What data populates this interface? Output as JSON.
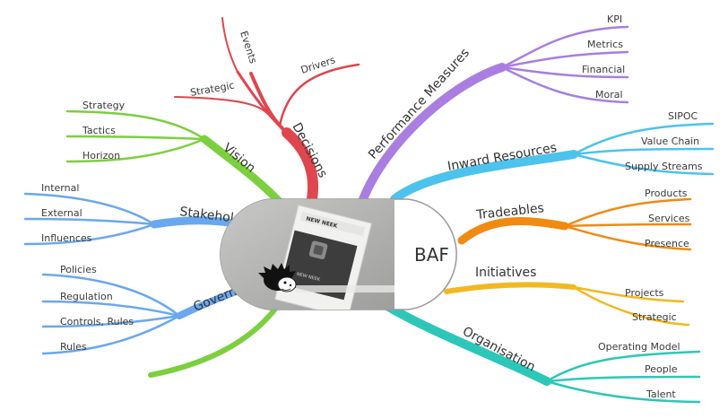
{
  "center": {
    "label": "BAF"
  },
  "colors": {
    "red": "#e0464e",
    "purple": "#a97ee0",
    "green": "#7ccf3f",
    "blue": "#6aa8ee",
    "cyan": "#4cc3ec",
    "orange": "#f18a11",
    "yellow": "#f2b81f",
    "teal": "#2cc7b8"
  },
  "branches": {
    "decisions": {
      "label": "Decisions",
      "children": [
        "Events",
        "Drivers",
        "Strategic"
      ]
    },
    "performance": {
      "label": "Performance Measures",
      "children": [
        "KPI",
        "Metrics",
        "Financial",
        "Moral"
      ]
    },
    "inward": {
      "label": "Inward Resources",
      "children": [
        "SIPOC",
        "Value Chain",
        "Supply Streams"
      ]
    },
    "tradeables": {
      "label": "Tradeables",
      "children": [
        "Products",
        "Services",
        "Presence"
      ]
    },
    "initiatives": {
      "label": "Initiatives",
      "children": [
        "Projects",
        "Strategic"
      ]
    },
    "organisation": {
      "label": "Organisation",
      "children": [
        "Operating Model",
        "People",
        "Talent"
      ]
    },
    "vision": {
      "label": "Vision",
      "children": [
        "Strategy",
        "Tactics",
        "Horizon"
      ]
    },
    "stakeholders": {
      "label": "Stakeholders",
      "children": [
        "Internal",
        "External",
        "Influences"
      ]
    },
    "governance": {
      "label": "Governance",
      "children": [
        "Policies",
        "Regulation",
        "Controls, Rules",
        "Rules"
      ]
    }
  },
  "photo": {
    "card_title": "NEW NEEK",
    "card_sub": "NEW NEEK"
  }
}
